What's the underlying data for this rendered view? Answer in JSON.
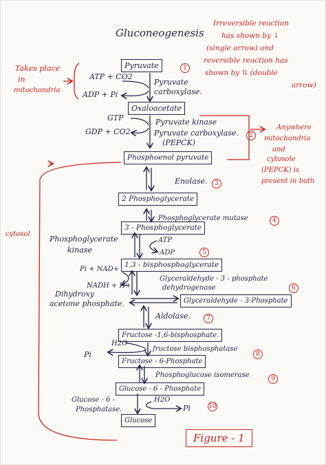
{
  "title": "Gluconeogenesis",
  "note_top_right": [
    "Irreversible reaction",
    "has shown by ↓",
    "(single arrow) and",
    "reversible reaction has",
    "shown by ⇅ (double",
    "arrow)"
  ],
  "left_note": [
    "Takes place",
    "in",
    "mitochondria"
  ],
  "cytosol_label": "cytosol",
  "right_note": [
    "Anywhere",
    "mitochondria",
    "and",
    "cytosole",
    "(PEPCK) is",
    "present in both"
  ],
  "boxes": {
    "pyruvate": "Pyruvate",
    "oxaloacetate": "Oxaloacetate",
    "pep": "Phosphoenol pyruvate",
    "pg2": "2 Phosphoglycerate",
    "pg3": "3 - Phosphoglycerate",
    "bpg": "1,3 - bisphosphoglycerate",
    "g3p": "Glyceraldehyde - 3-Phosphate",
    "f16bp": "Fructose -1,6-bisphosphate.",
    "f6p": "Fructose - 6-Phosphate",
    "g6p": "Glucose - 6 - Phosphate",
    "glucose": "Glucose"
  },
  "labels": {
    "atp_co2": "ATP + CO2",
    "adp_pi": "ADP + Pi",
    "pyruvate_carboxylase": [
      "Pyruvate",
      "carboxylase."
    ],
    "gtp": "GTP",
    "gdp_co2": "GDP + CO2",
    "pyruvate_kinase": "Pyruvate kinase",
    "pepck": [
      "Pyruvate carboxylase.",
      "(PEPCK)"
    ],
    "enolase": "Enolase.",
    "mutase": "Phosphoglycerate mutase",
    "pg_kinase": [
      "Phosphoglycerate",
      "kinase"
    ],
    "atp": "ATP",
    "adp": "ADP",
    "pi_nad": "Pi + NAD+",
    "nadh": "NADH + H+",
    "g3p_dehydrogenase": [
      "Glyceraldehyde - 3 - phosphate",
      "dehydrogenase"
    ],
    "dhap": [
      "Dihydroxy",
      "acetone phosphate."
    ],
    "aldolase": "Aldolase.",
    "h2o_1": "H2O",
    "pi_1": "Pi",
    "fbpase": "fructose bisphosphatase",
    "ph_isomerase": "Phosphoglucose isomerase",
    "h2o_2": "H2O",
    "pi_2": "Pi",
    "g6pase": [
      "Glucose - 6 -",
      "Phosphatase."
    ]
  },
  "step_numbers": [
    "1",
    "2",
    "3",
    "4",
    "5",
    "6",
    "7",
    "8",
    "9",
    "10"
  ],
  "figure_label": "Figure - 1"
}
